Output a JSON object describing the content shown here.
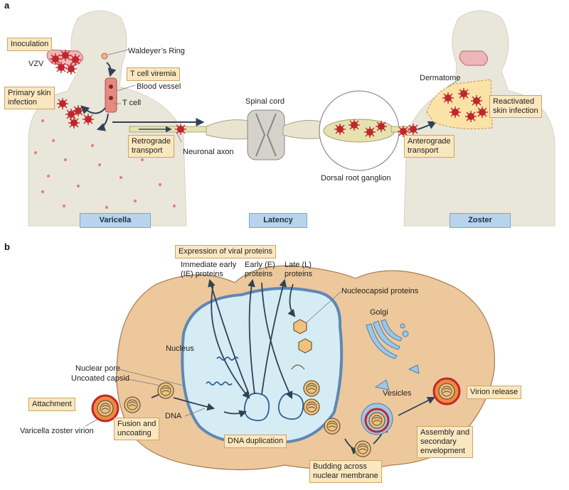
{
  "panel_a": {
    "letter": "a",
    "labels": {
      "inoculation": "Inoculation",
      "vzv": "VZV",
      "waldeyer": "Waldeyer’s Ring",
      "t_cell_viremia": "T cell viremia",
      "blood_vessel": "Blood vessel",
      "primary_skin": "Primary skin\ninfection",
      "t_cell": "T cell",
      "retrograde": "Retrograde\ntransport",
      "neuronal_axon": "Neuronal axon",
      "spinal_cord": "Spinal cord",
      "drg": "Dorsal root ganglion",
      "dermatome": "Dermatome",
      "reactivated": "Reactivated\nskin infection",
      "anterograde": "Anterograde\ntransport"
    },
    "stages": [
      "Varicella",
      "Latency",
      "Zoster"
    ]
  },
  "panel_b": {
    "letter": "b",
    "labels": {
      "expression": "Expression of viral proteins",
      "ie": "Immediate early\n(IE) proteins",
      "early": "Early (E)\nproteins",
      "late": "Late (L)\nproteins",
      "nucleocapsid": "Nucleocapsid proteins",
      "golgi": "Golgi",
      "nucleus": "Nucleus",
      "nuclear_pore": "Nuclear pore",
      "uncoated_capsid": "Uncoated capsid",
      "attachment": "Attachment",
      "dna": "DNA",
      "vzv_virion": "Varicella zoster virion",
      "fusion": "Fusion and\nuncoating",
      "dna_dup": "DNA duplication",
      "vesicles": "Vesicles",
      "virion_release": "Virion release",
      "assembly": "Assembly and\nsecondary\nenvelopment",
      "budding": "Budding across\nnuclear membrane"
    }
  }
}
